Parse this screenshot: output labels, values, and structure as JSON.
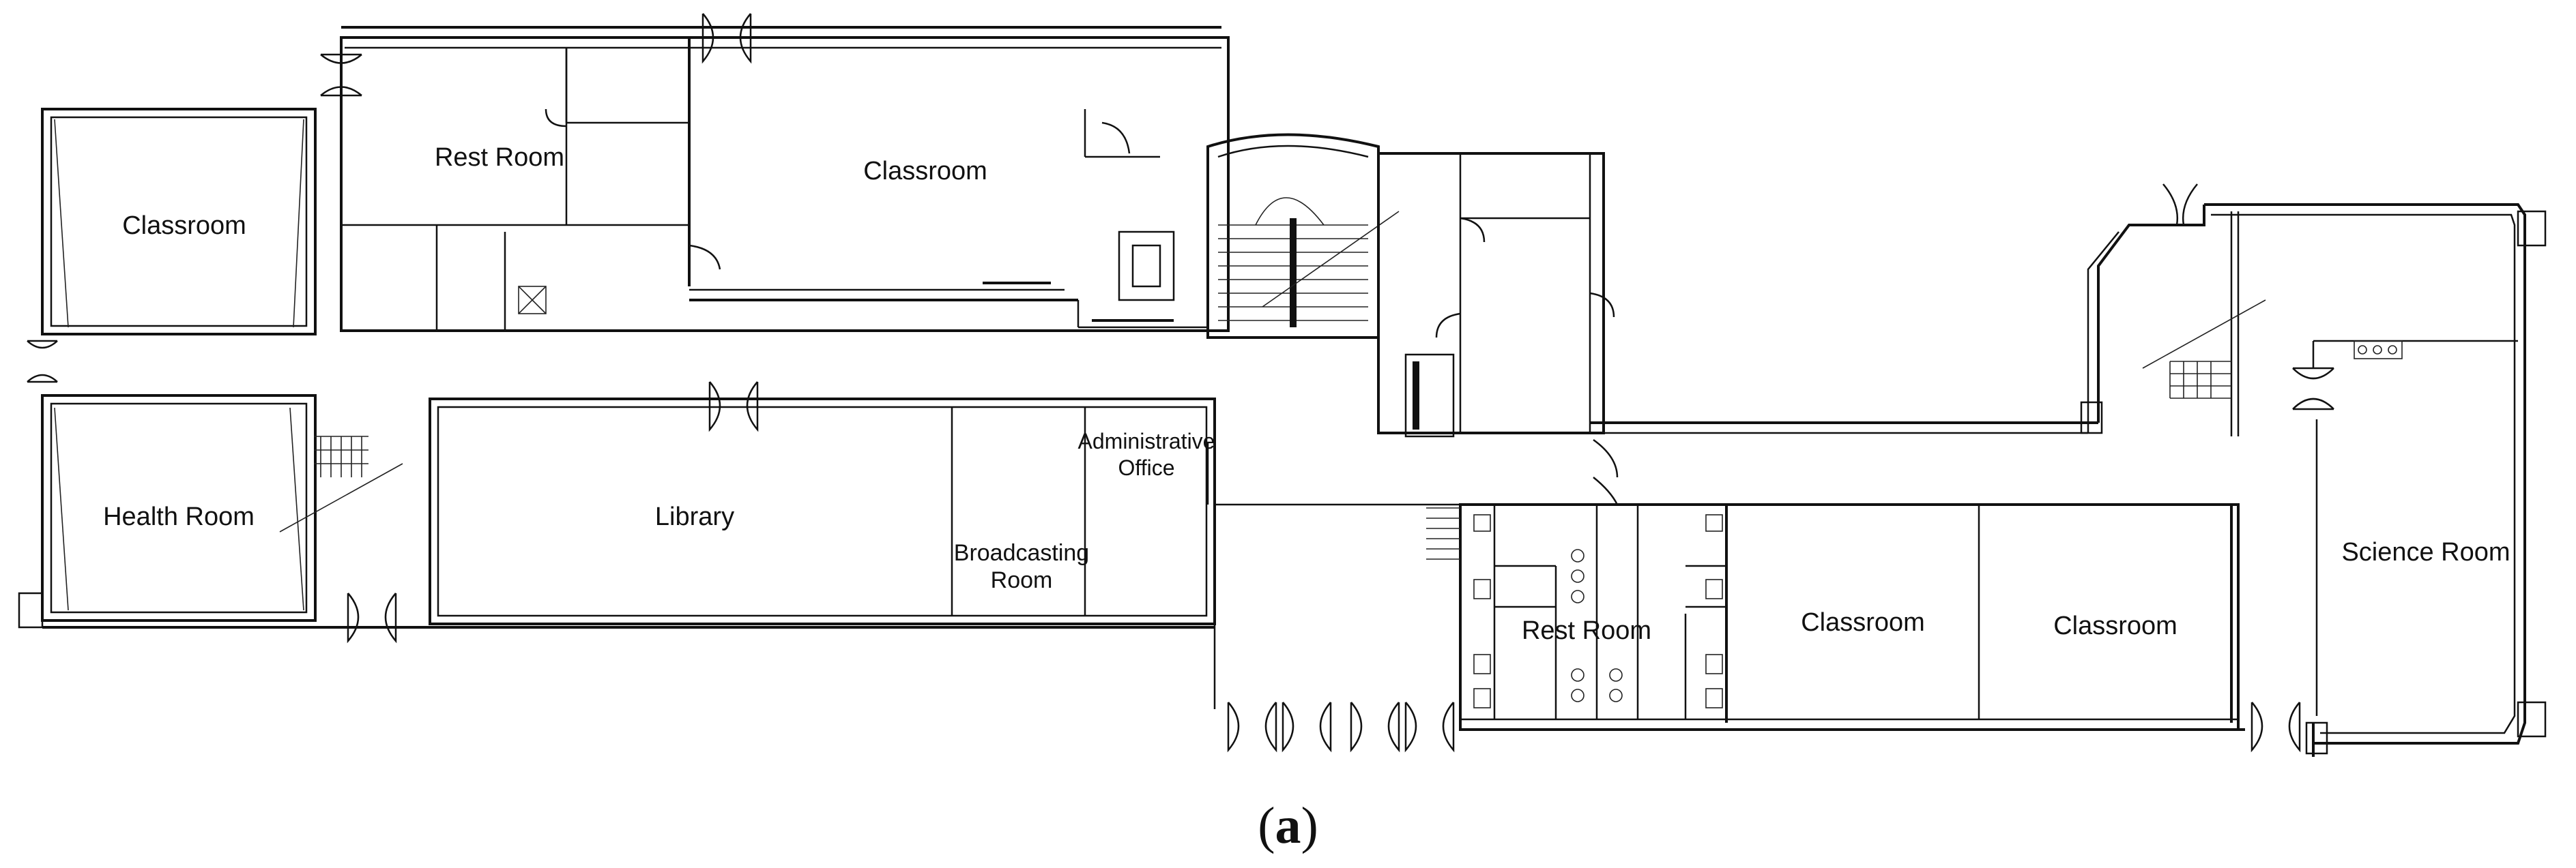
{
  "rooms": {
    "classroom_1": "Classroom",
    "rest_room_1": "Rest Room",
    "classroom_2": "Classroom",
    "health_room": "Health Room",
    "library": "Library",
    "broadcasting_room_line1": "Broadcasting",
    "broadcasting_room_line2": "Room",
    "administrative_office_line1": "Administrative",
    "administrative_office_line2": "Office",
    "rest_room_2": "Rest Room",
    "classroom_3": "Classroom",
    "classroom_4": "Classroom",
    "science_room": "Science Room"
  },
  "caption": {
    "open": "(",
    "letter": "a",
    "close": ")"
  }
}
